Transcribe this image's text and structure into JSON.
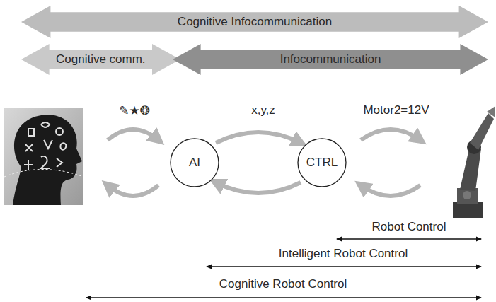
{
  "diagram": {
    "nodes": [
      {
        "text": [
          "Cognitive Infocommunication"
        ]
      },
      {
        "text": [
          "Cognitive comm."
        ]
      },
      {
        "text": [
          "Infocommunication"
        ]
      },
      {
        "text": [
          "AI"
        ]
      },
      {
        "text": [
          "CTRL"
        ]
      }
    ],
    "edges": [
      {
        "from": 3,
        "to": 4,
        "arrow": "to"
      },
      {
        "from": 4,
        "to": 3,
        "arrow": "to"
      }
    ],
    "labels": [
      "✎★❂",
      "x,y,z",
      "Motor2=12V",
      "Robot Control",
      "Intelligent Robot Control",
      "Cognitive Robot Control"
    ]
  }
}
